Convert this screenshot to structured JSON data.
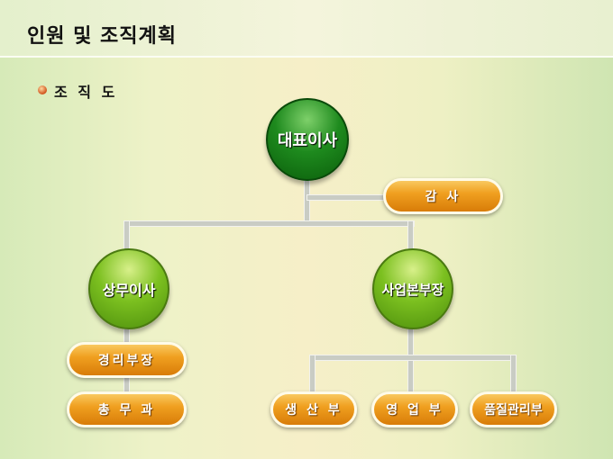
{
  "title": "인원 및 조직계획",
  "subtitle": "조 직 도",
  "org": {
    "ceo": "대표이사",
    "auditor": "감 사",
    "managing_director": "상무이사",
    "business_head": "사업본부장",
    "accounting": "경리부장",
    "general_affairs": "총 무 과",
    "production": "생 산 부",
    "sales": "영 업 부",
    "quality": "품질관리부"
  }
}
